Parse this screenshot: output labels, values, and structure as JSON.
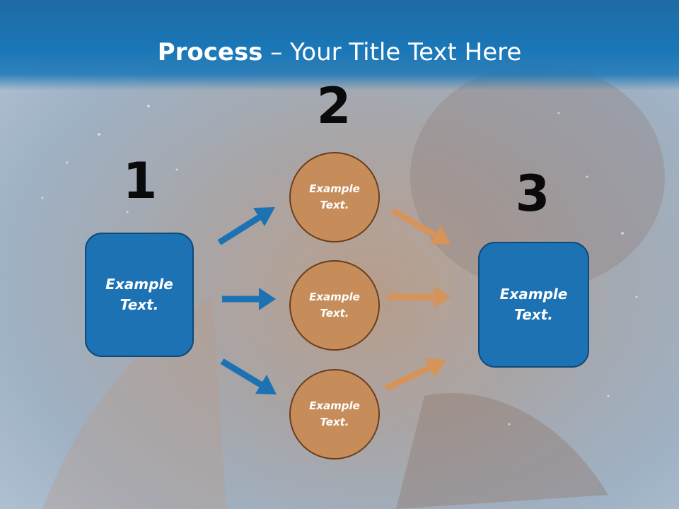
{
  "slide": {
    "title_bold": "Process",
    "title_rest": " – Your Title Text Here"
  },
  "steps": {
    "step1_number": "1",
    "step2_number": "2",
    "step3_number": "3"
  },
  "left_box": {
    "text": "Example Text."
  },
  "circles": [
    {
      "text": "Example Text."
    },
    {
      "text": "Example Text."
    },
    {
      "text": "Example Text."
    }
  ],
  "right_box": {
    "text": "Example Text."
  },
  "colors": {
    "title_bar": "#1a77b7",
    "box_fill": "#1c72b3",
    "circle_fill": "#c68d5b",
    "blue_arrow": "#1c72b3",
    "orange_arrow": "#d6935a"
  }
}
